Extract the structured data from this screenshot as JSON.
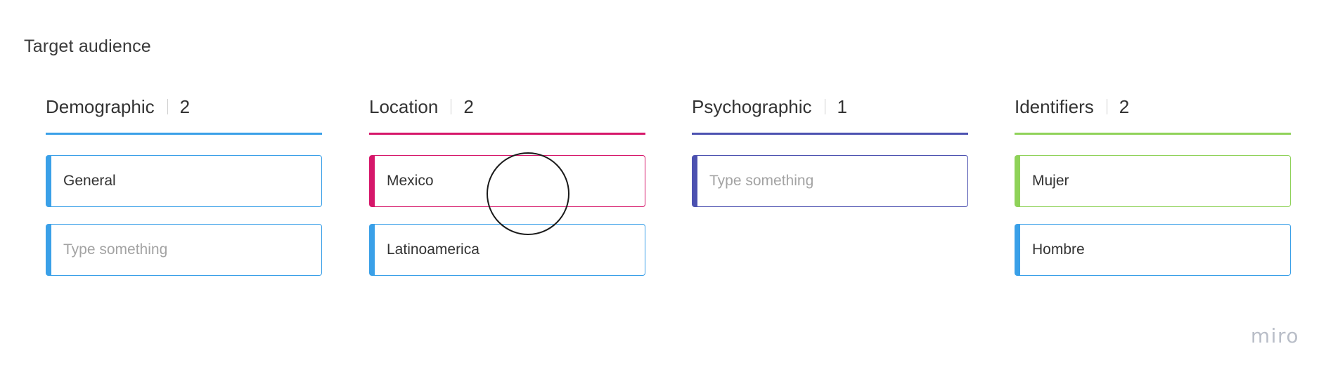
{
  "board": {
    "title": "Target audience",
    "watermark": "miro"
  },
  "columns": [
    {
      "name": "Demographic",
      "count": "2",
      "color": "#3aa0e8",
      "cards": [
        {
          "text": "General",
          "placeholder": false,
          "color": "#3aa0e8"
        },
        {
          "text": "Type something",
          "placeholder": true,
          "color": "#3aa0e8"
        }
      ]
    },
    {
      "name": "Location",
      "count": "2",
      "color": "#d6176a",
      "cards": [
        {
          "text": "Mexico",
          "placeholder": false,
          "color": "#d6176a"
        },
        {
          "text": "Latinoamerica",
          "placeholder": false,
          "color": "#3aa0e8"
        }
      ]
    },
    {
      "name": "Psychographic",
      "count": "1",
      "color": "#4c51b0",
      "cards": [
        {
          "text": "Type something",
          "placeholder": true,
          "color": "#4c51b0"
        }
      ]
    },
    {
      "name": "Identifiers",
      "count": "2",
      "color": "#8fd259",
      "cards": [
        {
          "text": "Mujer",
          "placeholder": false,
          "color": "#8fd259"
        },
        {
          "text": "Hombre",
          "placeholder": false,
          "color": "#3aa0e8"
        }
      ]
    }
  ]
}
